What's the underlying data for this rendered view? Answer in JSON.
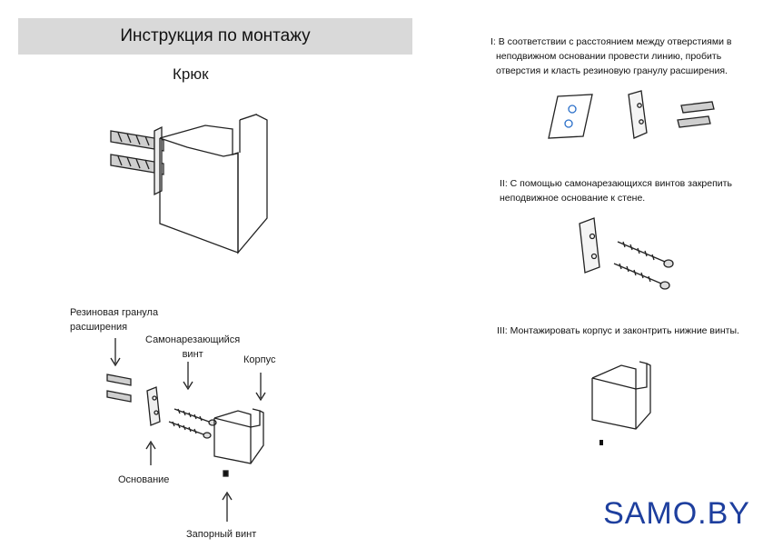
{
  "header": {
    "title": "Инструкция по монтажу",
    "subtitle": "Крюк"
  },
  "labels": {
    "rubber_plug": [
      "Резиновая гранула",
      "расширения"
    ],
    "screw": [
      "Самонарезающийся",
      "винт"
    ],
    "body": "Корпус",
    "base": "Основание",
    "lock_screw": "Запорный винт"
  },
  "steps": [
    [
      "I: В соответствии с расстоянием между отверстиями в",
      "неподвижном основании провести линию, пробить",
      "отверстия и класть резиновую гранулу расширения."
    ],
    [
      "II: С помощью самонарезающихся винтов закрепить",
      "неподвижное основание к стене."
    ],
    [
      "III: Монтажировать корпус и законтрить нижние винты."
    ]
  ],
  "watermark": {
    "text": "SAMO.BY",
    "color": "#1e3f9e"
  }
}
